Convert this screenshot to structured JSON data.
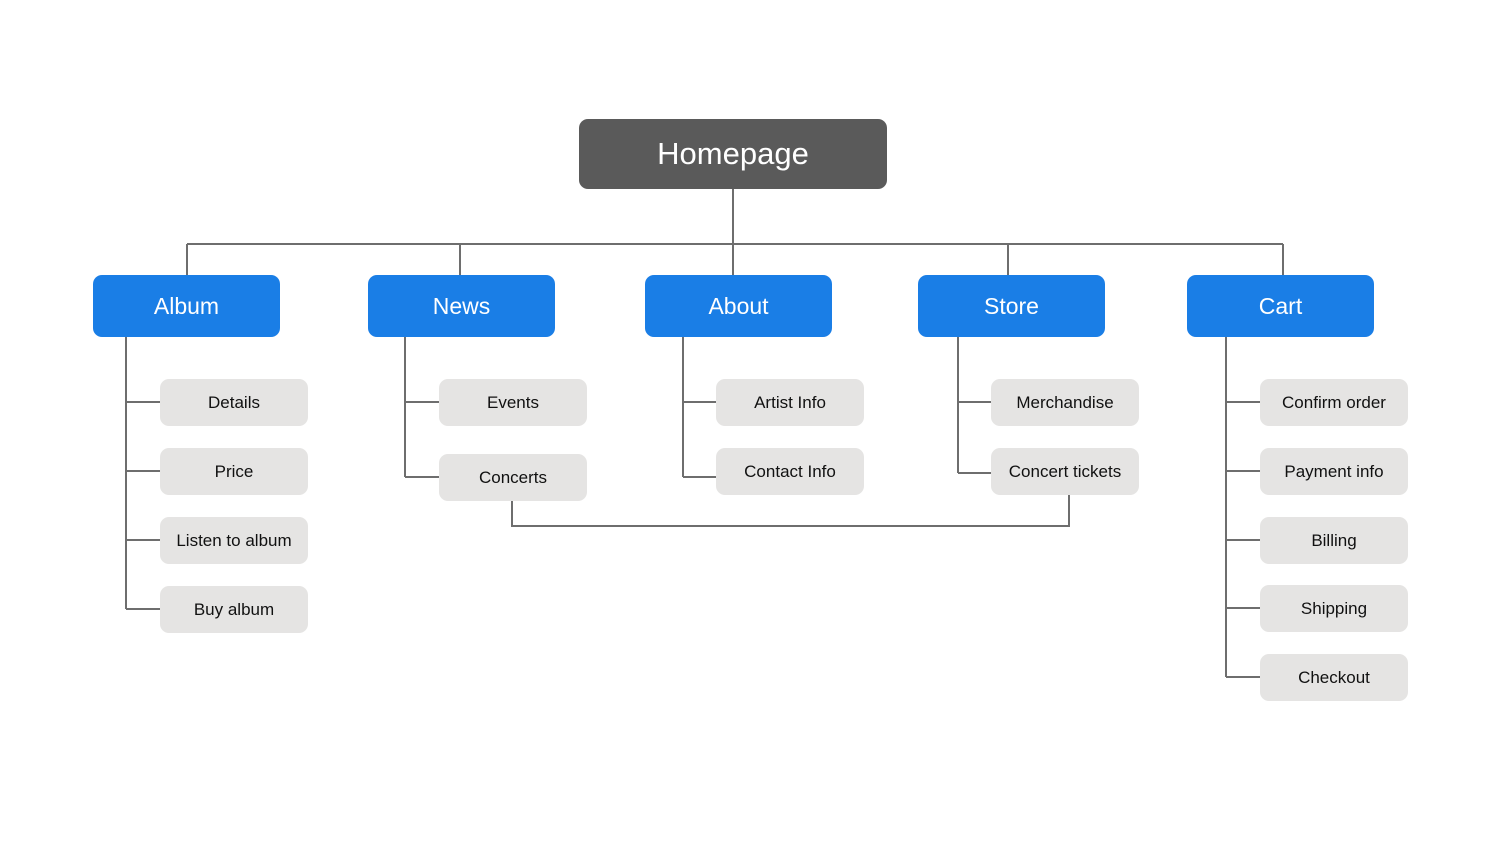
{
  "colors": {
    "root_fill": "#5a5a5a",
    "section_fill": "#1a7ee6",
    "leaf_fill": "#e5e4e3",
    "connector": "#6e6e6e"
  },
  "root": {
    "label": "Homepage"
  },
  "sections": [
    {
      "id": "album",
      "label": "Album",
      "children": [
        "Details",
        "Price",
        "Listen to album",
        "Buy album"
      ]
    },
    {
      "id": "news",
      "label": "News",
      "children": [
        "Events",
        "Concerts"
      ]
    },
    {
      "id": "about",
      "label": "About",
      "children": [
        "Artist Info",
        "Contact Info"
      ]
    },
    {
      "id": "store",
      "label": "Store",
      "children": [
        "Merchandise",
        "Concert tickets"
      ]
    },
    {
      "id": "cart",
      "label": "Cart",
      "children": [
        "Confirm order",
        "Payment info",
        "Billing",
        "Shipping",
        "Checkout"
      ]
    }
  ],
  "cross_links": [
    {
      "from": "Concerts",
      "to": "Concert tickets"
    }
  ]
}
